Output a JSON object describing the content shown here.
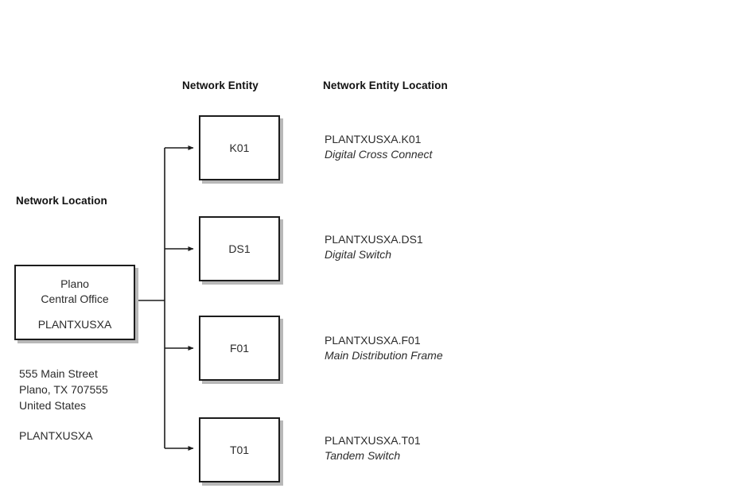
{
  "headers": {
    "network_location": "Network Location",
    "network_entity": "Network Entity",
    "network_entity_location": "Network Entity Location"
  },
  "location_node": {
    "line1": "Plano",
    "line2": "Central Office",
    "code": "PLANTXUSXA"
  },
  "address": {
    "street": "555 Main Street",
    "city_state_zip": "Plano, TX 707555",
    "country": "United States",
    "clli_code": "PLANTXUSXA"
  },
  "entities": [
    {
      "label": "K01",
      "location_name": "PLANTXUSXA.K01",
      "description": "Digital Cross Connect"
    },
    {
      "label": "DS1",
      "location_name": "PLANTXUSXA.DS1",
      "description": "Digital Switch"
    },
    {
      "label": "F01",
      "location_name": "PLANTXUSXA.F01",
      "description": "Main Distribution Frame"
    },
    {
      "label": "T01",
      "location_name": "PLANTXUSXA.T01",
      "description": "Tandem Switch"
    }
  ],
  "style": {
    "border_color": "#1c1c1c",
    "shadow_color": "#b8b8b8",
    "text_color": "#2b2b2b",
    "header_color": "#111111",
    "background": "#ffffff"
  }
}
